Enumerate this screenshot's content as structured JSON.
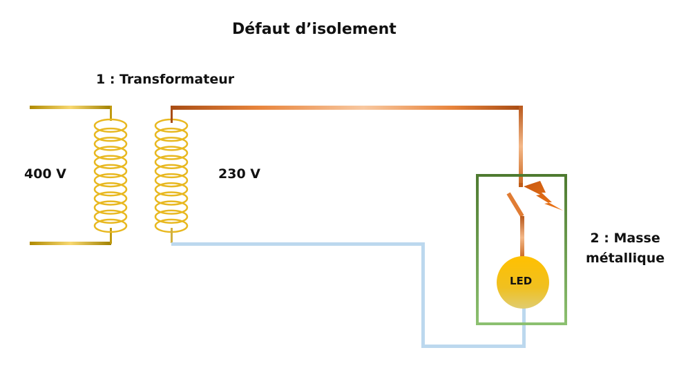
{
  "title": "Défaut d’isolement",
  "labels": {
    "transformer": "1 : Transformateur",
    "primary_voltage": "400 V",
    "secondary_voltage": "230 V",
    "metal_mass_line1": "2 : Masse",
    "metal_mass_line2": "métallique",
    "led": "LED"
  },
  "colors": {
    "primary_wire": "#c8a000",
    "coil": "#e8b820",
    "phase_wire": "#c0601c",
    "neutral_wire": "#bcd8ee",
    "mass_box": "#5a8a3a",
    "led_fill": "#f8c000",
    "spark": "#e8701a"
  },
  "coil_turns": 12
}
